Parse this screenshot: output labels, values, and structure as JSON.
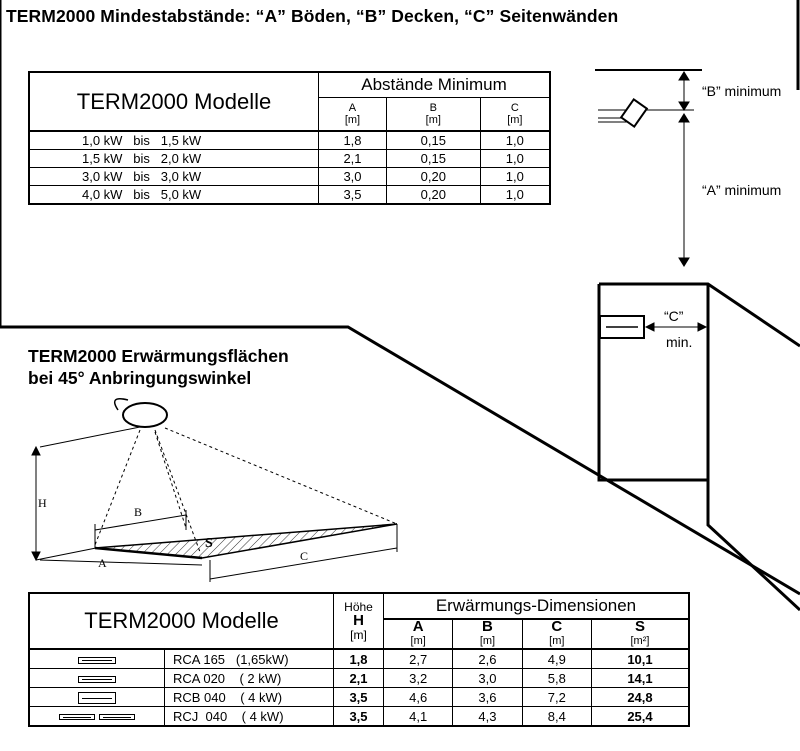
{
  "title": "TERM2000 Mindestabstände: “A” Böden, “B” Decken, “C” Seitenwänden",
  "table1": {
    "model_header": "TERM2000 Modelle",
    "group_header": "Abstände Minimum",
    "cols": [
      {
        "letter": "A",
        "unit": "[m]"
      },
      {
        "letter": "B",
        "unit": "[m]"
      },
      {
        "letter": "C",
        "unit": "[m]"
      }
    ],
    "rows": [
      {
        "model": "1,0 kW   bis   1,5 kW",
        "a": "1,8",
        "b": "0,15",
        "c": "1,0"
      },
      {
        "model": "1,5 kW   bis   2,0 kW",
        "a": "2,1",
        "b": "0,15",
        "c": "1,0"
      },
      {
        "model": "3,0 kW   bis   3,0 kW",
        "a": "3,0",
        "b": "0,20",
        "c": "1,0"
      },
      {
        "model": "4,0 kW   bis   5,0 kW",
        "a": "3,5",
        "b": "0,20",
        "c": "1,0"
      }
    ]
  },
  "diagram1": {
    "b_label": "“B” minimum",
    "a_label": "“A” minimum"
  },
  "diagram2": {
    "c_label": "“C”",
    "c_sub": "min."
  },
  "heading2": {
    "line1": "TERM2000 Erwärmungsflächen",
    "line2": "bei 45° Anbringungswinkel"
  },
  "diagram3": {
    "h": "H",
    "b": "B",
    "a": "A",
    "c": "C",
    "s": "S"
  },
  "table2": {
    "model_header": "TERM2000 Modelle",
    "height_header": {
      "label": "Höhe",
      "letter": "H",
      "unit": "[m]"
    },
    "group_header": "Erwärmungs-Dimensionen",
    "cols": [
      {
        "letter": "A",
        "unit": "[m]"
      },
      {
        "letter": "B",
        "unit": "[m]"
      },
      {
        "letter": "C",
        "unit": "[m]"
      },
      {
        "letter": "S",
        "unit": "[m²]"
      }
    ],
    "rows": [
      {
        "icon": "heater-small-icon",
        "model": "RCA 165   (1,65kW)",
        "h": "1,8",
        "a": "2,7",
        "b": "2,6",
        "c": "4,9",
        "s": "10,1"
      },
      {
        "icon": "heater-small-icon",
        "model": "RCA 020    ( 2 kW)",
        "h": "2,1",
        "a": "3,2",
        "b": "3,0",
        "c": "5,8",
        "s": "14,1"
      },
      {
        "icon": "heater-double-icon",
        "model": "RCB 040    ( 4 kW)",
        "h": "3,5",
        "a": "4,6",
        "b": "3,6",
        "c": "7,2",
        "s": "24,8"
      },
      {
        "icon": "heater-long-icon",
        "model": "RCJ  040    ( 4 kW)",
        "h": "3,5",
        "a": "4,1",
        "b": "4,3",
        "c": "8,4",
        "s": "25,4"
      }
    ]
  }
}
